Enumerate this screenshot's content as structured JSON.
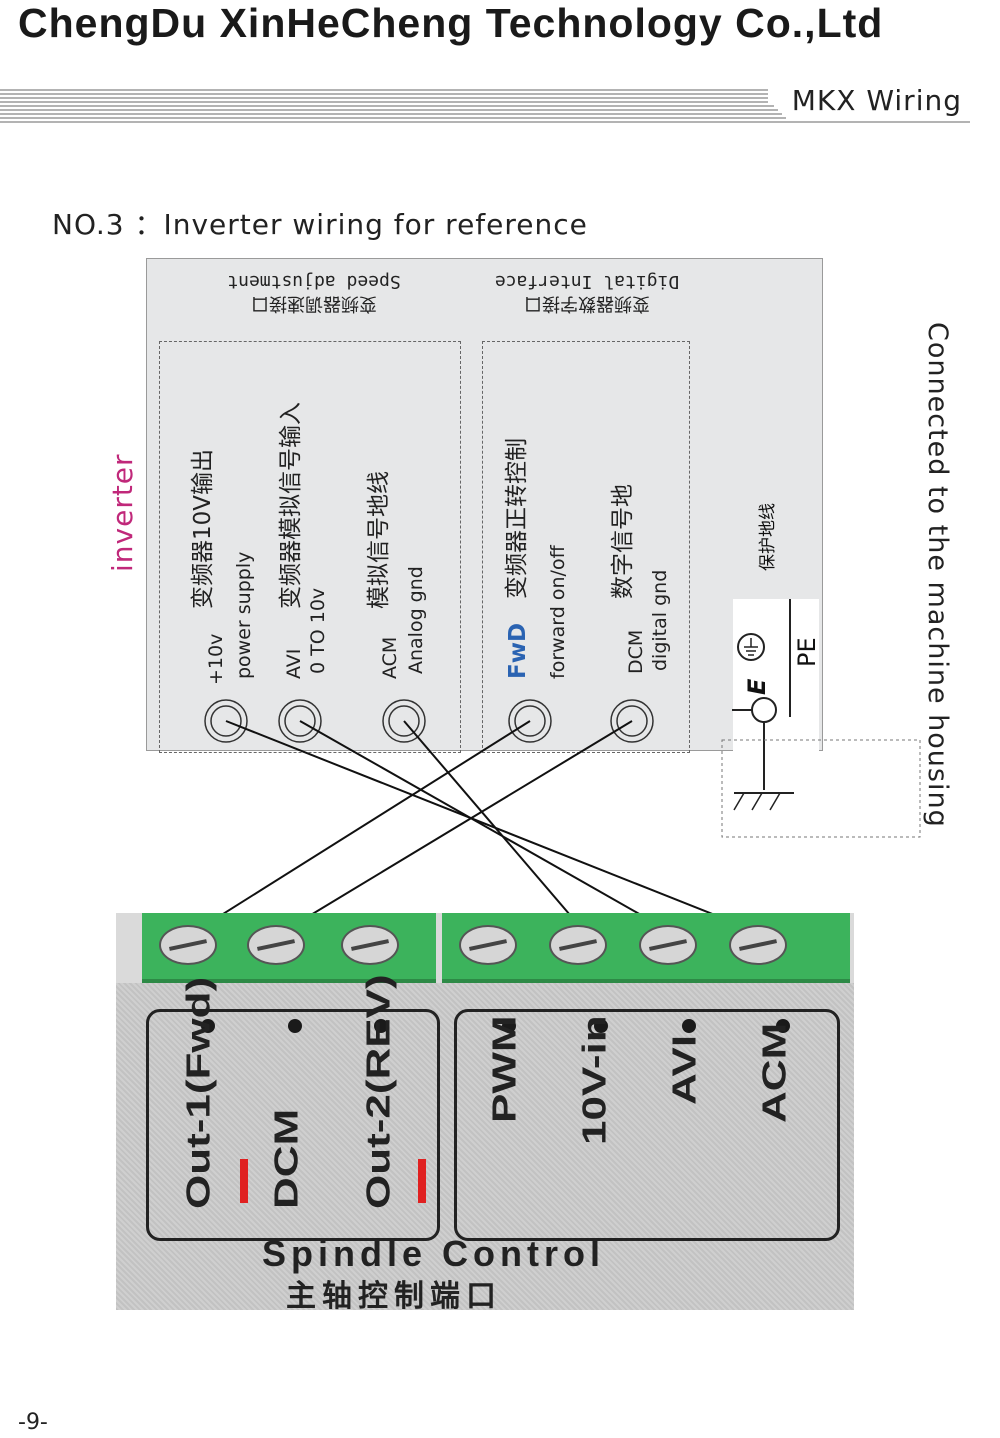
{
  "header": {
    "company": "ChengDu XinHeCheng Technology Co.,Ltd",
    "section": "MKX Wiring"
  },
  "subtitle": "NO.3 ：Inverter wiring for reference",
  "inverter_label": "inverter",
  "housing_label": "Connected to the machine housing",
  "speed_iface": {
    "en": "Speed adjustment",
    "cn": "变频器调速接口"
  },
  "digital_iface": {
    "en": "Digital Interface",
    "cn": "变频器数字接口"
  },
  "terminals": {
    "t10v": {
      "code": "+10v",
      "en": "power supply",
      "cn": "变频器10V输出"
    },
    "avi": {
      "code": "AVI",
      "en": "0 TO 10v",
      "cn": "变频器模拟信号输入"
    },
    "acm": {
      "code": "ACM",
      "en": "Analog gnd",
      "cn": "模拟信号地线"
    },
    "fwd": {
      "code": "FwD",
      "en": "forward on/off",
      "cn": "变频器正转控制"
    },
    "dcm": {
      "code": "DCM",
      "en": "digital gnd",
      "cn": "数字信号地"
    }
  },
  "pe": {
    "cn": "保护地线",
    "symbol": "E",
    "code": "PE"
  },
  "controller": {
    "left_labels": [
      "Out-1(Fwd)",
      "DCM",
      "Out-2(REV)"
    ],
    "right_labels": [
      "PWM",
      "10V-in",
      "AVI",
      "ACM"
    ],
    "title_en": "Spindle Control",
    "title_cn": "主轴控制端口"
  },
  "page_number": "-9-",
  "colors": {
    "inverter": "#c0287a",
    "fwd": "#2a63b2",
    "terminal_green": "#3cb35c",
    "red_mark": "#e02020"
  }
}
